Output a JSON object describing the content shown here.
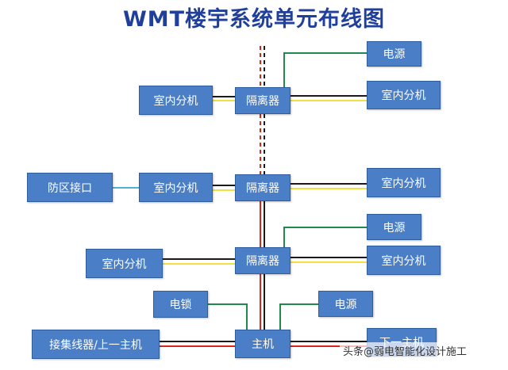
{
  "title": "WMT楼宇系统单元布线图",
  "blocks": {
    "power_1": "电源",
    "indoor_1a": "室内分机",
    "isolator_1": "隔离器",
    "indoor_1b": "室内分机",
    "zone_interface": "防区接口",
    "indoor_2a": "室内分机",
    "isolator_2": "隔离器",
    "indoor_2b": "室内分机",
    "power_2": "电源",
    "indoor_3a": "室内分机",
    "isolator_3": "隔离器",
    "indoor_3b": "室内分机",
    "lock": "电锁",
    "power_3": "电源",
    "concentrator": "接集线器/上一主机",
    "main_unit": "主机",
    "next_host": "下一主机"
  },
  "watermark": "头条@弱电智能化设计施工",
  "colors": {
    "box": "#4a7ec6",
    "title": "#1f3f9a",
    "line_red": "#d9261c",
    "line_black": "#1a1a1a",
    "line_yellow": "#f0e040",
    "line_green": "#1f8a4c",
    "line_light_blue": "#4fb3d9"
  }
}
